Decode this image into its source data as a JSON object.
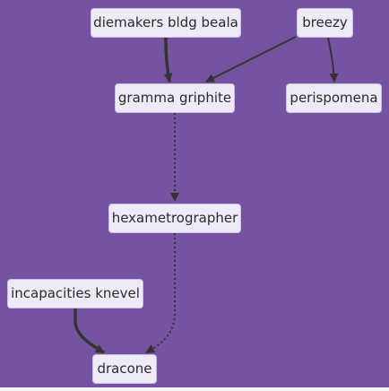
{
  "diagram": {
    "nodes": [
      {
        "id": "diemakers",
        "label": "diemakers bldg beala"
      },
      {
        "id": "breezy",
        "label": "breezy"
      },
      {
        "id": "gramma",
        "label": "gramma griphite"
      },
      {
        "id": "perisp",
        "label": "perispomena"
      },
      {
        "id": "hexa",
        "label": "hexametrographer"
      },
      {
        "id": "incap",
        "label": "incapacities knevel"
      },
      {
        "id": "dracone",
        "label": "dracone"
      }
    ],
    "edges": [
      {
        "from": "diemakers",
        "to": "gramma",
        "style": "thick"
      },
      {
        "from": "breezy",
        "to": "gramma",
        "style": "normal"
      },
      {
        "from": "breezy",
        "to": "perisp",
        "style": "normal"
      },
      {
        "from": "gramma",
        "to": "hexa",
        "style": "dotted"
      },
      {
        "from": "hexa",
        "to": "dracone",
        "style": "dotted"
      },
      {
        "from": "incap",
        "to": "dracone",
        "style": "thick"
      }
    ],
    "colors": {
      "background": "#7454a0",
      "node_fill": "#efeaf8",
      "node_border": "#cbbde6",
      "edge": "#333333"
    }
  }
}
